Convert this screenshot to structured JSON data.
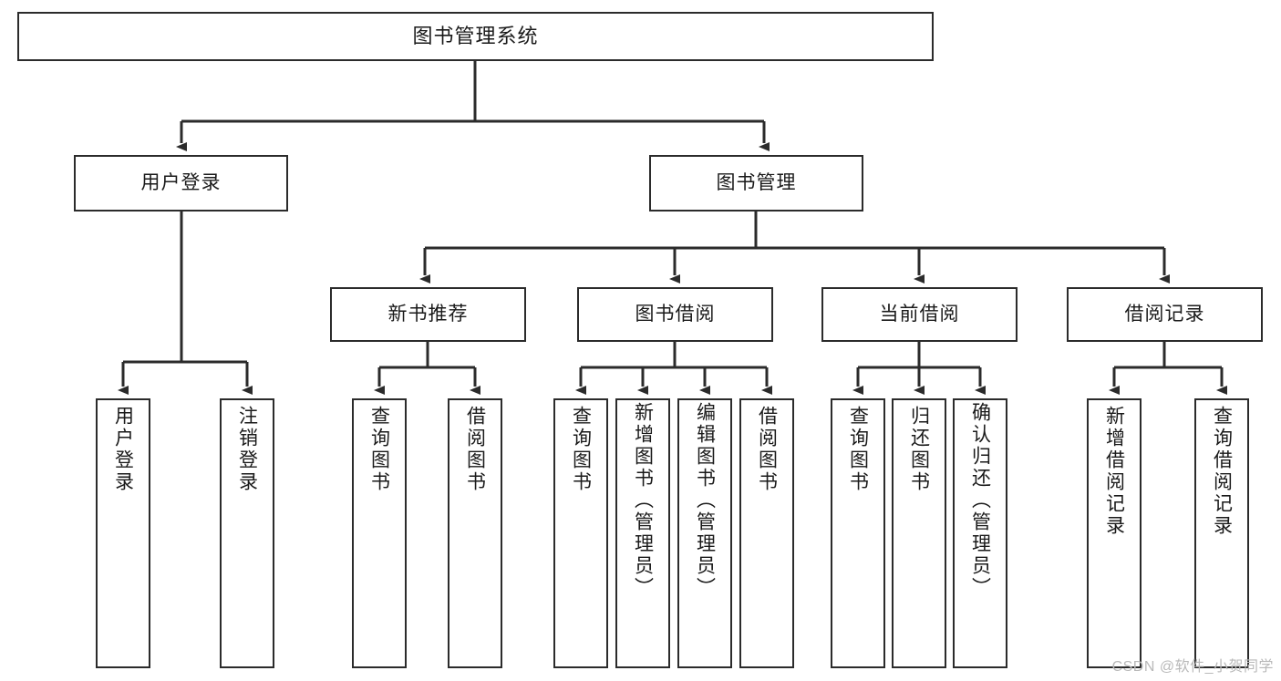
{
  "diagram": {
    "title": "图书管理系统",
    "watermark": "CSDN @软件_小贺同学",
    "line_color": "#2b2b2b",
    "box_fill": "#ffffff",
    "text_color": "#1a1a1a",
    "watermark_color": "#b9b9b9"
  },
  "nodes": {
    "root": {
      "label": "图书管理系统"
    },
    "level1": [
      {
        "label": "用户登录"
      },
      {
        "label": "图书管理"
      }
    ],
    "level2": [
      {
        "label": "新书推荐"
      },
      {
        "label": "图书借阅"
      },
      {
        "label": "当前借阅"
      },
      {
        "label": "借阅记录"
      }
    ],
    "leaves": {
      "user_login": [
        {
          "label": "用户登录"
        },
        {
          "label": "注销登录"
        }
      ],
      "new_book_recommend": [
        {
          "label": "查询图书"
        },
        {
          "label": "借阅图书"
        }
      ],
      "book_borrow": [
        {
          "label": "查询图书"
        },
        {
          "label": "新增图书（管理员）"
        },
        {
          "label": "编辑图书（管理员）"
        },
        {
          "label": "借阅图书"
        }
      ],
      "current_borrow": [
        {
          "label": "查询图书"
        },
        {
          "label": "归还图书"
        },
        {
          "label": "确认归还（管理员）"
        }
      ],
      "borrow_record": [
        {
          "label": "新增借阅记录"
        },
        {
          "label": "查询借阅记录"
        }
      ]
    }
  },
  "chart_data": {
    "type": "tree-diagram",
    "title": "图书管理系统",
    "root": "图书管理系统",
    "edges": [
      {
        "from": "图书管理系统",
        "to": "用户登录"
      },
      {
        "from": "图书管理系统",
        "to": "图书管理"
      },
      {
        "from": "用户登录",
        "to": "用户登录"
      },
      {
        "from": "用户登录",
        "to": "注销登录"
      },
      {
        "from": "图书管理",
        "to": "新书推荐"
      },
      {
        "from": "图书管理",
        "to": "图书借阅"
      },
      {
        "from": "图书管理",
        "to": "当前借阅"
      },
      {
        "from": "图书管理",
        "to": "借阅记录"
      },
      {
        "from": "新书推荐",
        "to": "查询图书"
      },
      {
        "from": "新书推荐",
        "to": "借阅图书"
      },
      {
        "from": "图书借阅",
        "to": "查询图书"
      },
      {
        "from": "图书借阅",
        "to": "新增图书（管理员）"
      },
      {
        "from": "图书借阅",
        "to": "编辑图书（管理员）"
      },
      {
        "from": "图书借阅",
        "to": "借阅图书"
      },
      {
        "from": "当前借阅",
        "to": "查询图书"
      },
      {
        "from": "当前借阅",
        "to": "归还图书"
      },
      {
        "from": "当前借阅",
        "to": "确认归还（管理员）"
      },
      {
        "from": "借阅记录",
        "to": "新增借阅记录"
      },
      {
        "from": "借阅记录",
        "to": "查询借阅记录"
      }
    ],
    "levels": 4,
    "orientation": "top-down",
    "leaf_text_direction": "vertical"
  }
}
